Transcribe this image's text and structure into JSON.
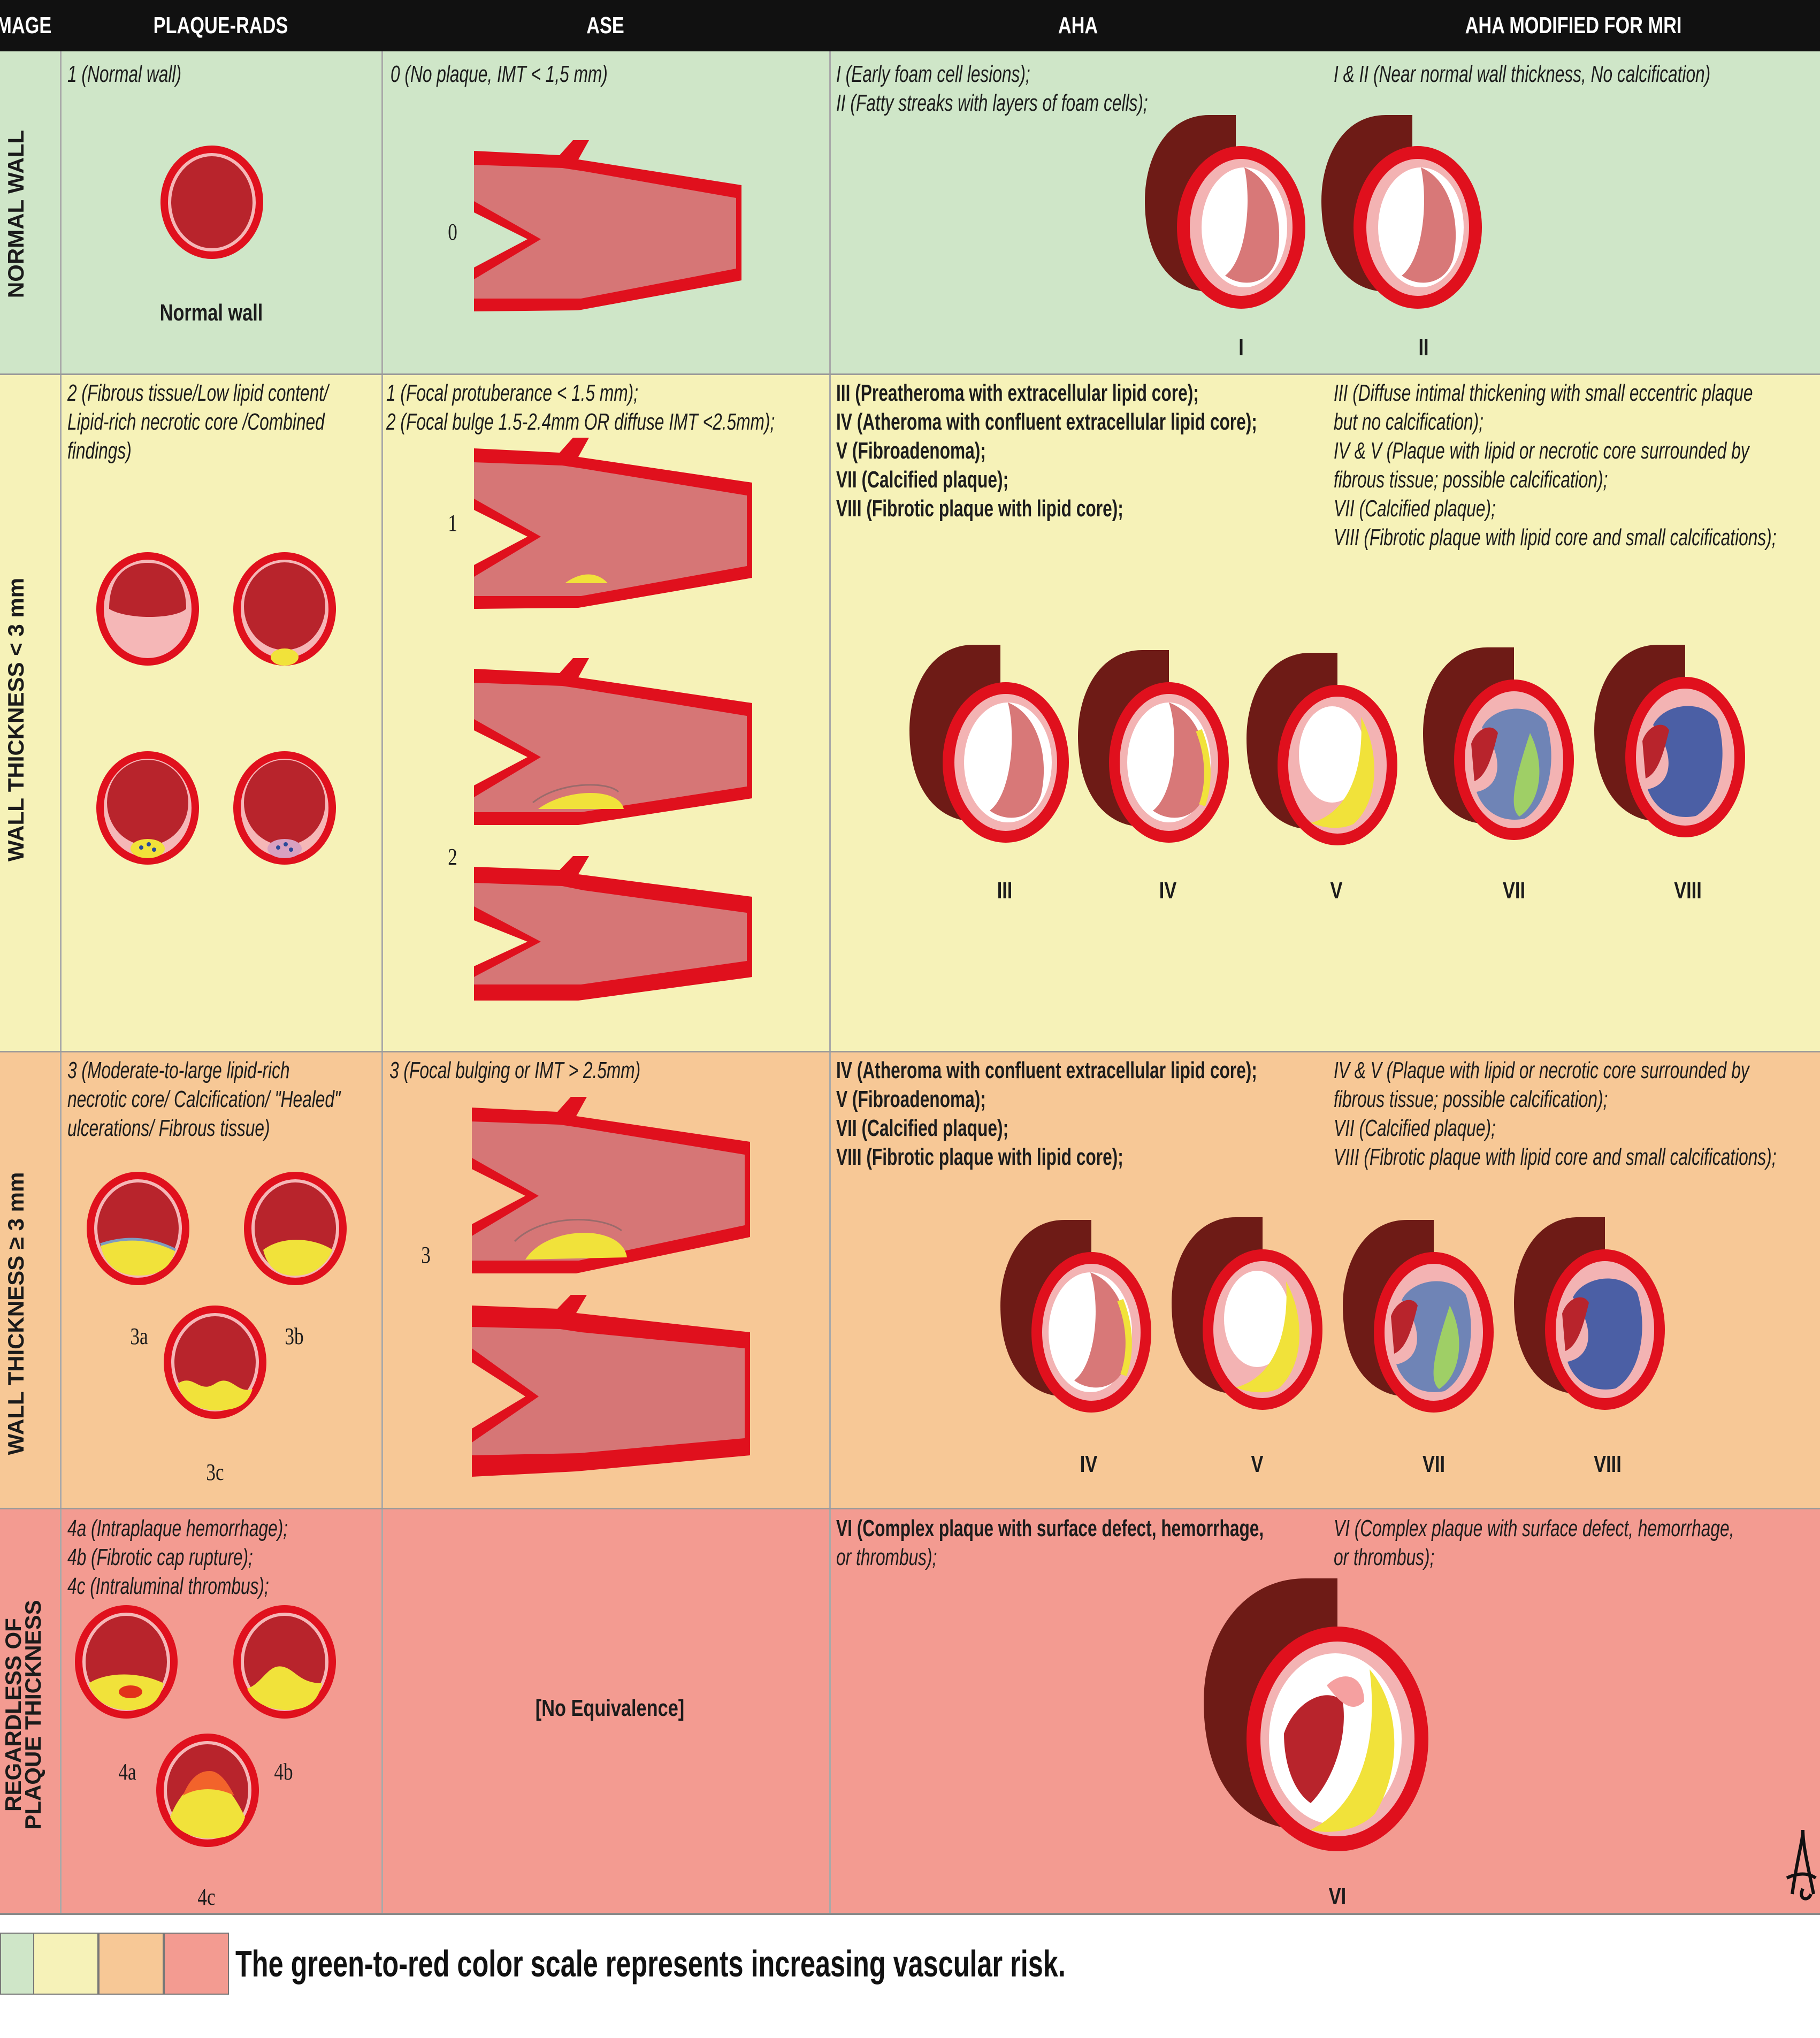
{
  "header": {
    "stage": "IMAGE",
    "plaque_rads": "PLAQUE-RADS",
    "ase": "ASE",
    "aha": "AHA",
    "aha_mri": "AHA MODIFIED FOR MRI"
  },
  "rows": {
    "normal": {
      "side": "NORMAL WALL",
      "color": "#cfe6c8",
      "plaque_rads_text": "1 (Normal wall)",
      "plaque_rads_caption": "Normal wall",
      "ase_text": "0 (No plaque, IMT < 1,5 mm)",
      "ase_marker": "0",
      "aha_text_1": "I (Early foam cell lesions);",
      "aha_text_2": "II (Fatty streaks with layers of foam cells);",
      "mri_text": "I & II (Near normal wall thickness, No calcification)",
      "aha_labels": [
        "I",
        "II"
      ]
    },
    "thin": {
      "side": "WALL THICKNESS < 3 mm",
      "color": "#f6f2b8",
      "plaque_rads_lines": [
        "2 (Fibrous tissue/Low lipid content/",
        "Lipid-rich necrotic core /Combined",
        "findings)"
      ],
      "ase_lines": [
        "1 (Focal protuberance < 1.5 mm);",
        "2 (Focal bulge 1.5-2.4mm OR diffuse IMT <2.5mm);"
      ],
      "ase_markers": [
        "1",
        "2"
      ],
      "aha_lines": [
        "III (Preatheroma with extracellular lipid core);",
        "IV (Atheroma with confluent extracellular lipid core);",
        "V (Fibroadenoma);",
        "VII (Calcified plaque);",
        "VIII (Fibrotic plaque with lipid core);"
      ],
      "mri_lines": [
        "III (Diffuse intimal thickening with small eccentric plaque",
        "but no calcification);",
        "IV & V (Plaque with lipid or necrotic core surrounded by",
        "fibrous tissue; possible calcification);",
        "VII (Calcified plaque);",
        "VIII (Fibrotic plaque with lipid core and small calcifications);"
      ],
      "aha_labels": [
        "III",
        "IV",
        "V",
        "VII",
        "VIII"
      ]
    },
    "thick": {
      "side": "WALL THICKNESS ≥ 3 mm",
      "color": "#f7c896",
      "plaque_rads_lines": [
        "3 (Moderate-to-large lipid-rich",
        "necrotic core/ Calcification/ \"Healed\"",
        "ulcerations/ Fibrous tissue)"
      ],
      "plaque_rads_labels": [
        "3a",
        "3b",
        "3c"
      ],
      "ase_text": "3 (Focal bulging or IMT > 2.5mm)",
      "ase_marker": "3",
      "aha_lines": [
        "IV (Atheroma with confluent extracellular lipid core);",
        "V (Fibroadenoma);",
        "VII (Calcified plaque);",
        "VIII (Fibrotic plaque with lipid core);"
      ],
      "mri_lines": [
        "IV & V (Plaque with lipid or necrotic core surrounded by",
        "fibrous tissue; possible calcification);",
        "VII (Calcified plaque);",
        "VIII (Fibrotic plaque with lipid core and small calcifications);"
      ],
      "aha_labels": [
        "IV",
        "V",
        "VII",
        "VIII"
      ]
    },
    "complex": {
      "side_1": "REGARDLESS OF",
      "side_2": "PLAQUE THICKNESS",
      "color": "#f39b91",
      "plaque_rads_lines": [
        "4a (Intraplaque hemorrhage);",
        "4b (Fibrotic cap rupture);",
        "4c (Intraluminal thrombus);"
      ],
      "plaque_rads_labels": [
        "4a",
        "4b",
        "4c"
      ],
      "ase_text": "[No Equivalence]",
      "aha_lines": [
        "VI (Complex plaque with surface defect, hemorrhage,",
        "or thrombus);"
      ],
      "mri_lines": [
        "VI (Complex plaque with surface defect, hemorrhage,",
        "or thrombus);"
      ],
      "aha_labels": [
        "VI"
      ]
    }
  },
  "legend": {
    "colors": [
      "#cfe6c8",
      "#f6f2b8",
      "#f7c896",
      "#f39b91"
    ],
    "text": "The green-to-red color scale represents increasing vascular risk."
  }
}
